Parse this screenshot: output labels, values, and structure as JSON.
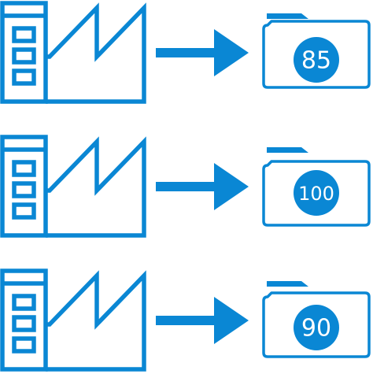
{
  "diagram": {
    "accent_color": "#0a87d4",
    "background_color": "#ffffff",
    "rows": [
      {
        "source_icon": "factory-icon",
        "connector_icon": "arrow-right-icon",
        "target_icon": "folder-icon",
        "value": "85"
      },
      {
        "source_icon": "factory-icon",
        "connector_icon": "arrow-right-icon",
        "target_icon": "folder-icon",
        "value": "100"
      },
      {
        "source_icon": "factory-icon",
        "connector_icon": "arrow-right-icon",
        "target_icon": "folder-icon",
        "value": "90"
      }
    ]
  }
}
